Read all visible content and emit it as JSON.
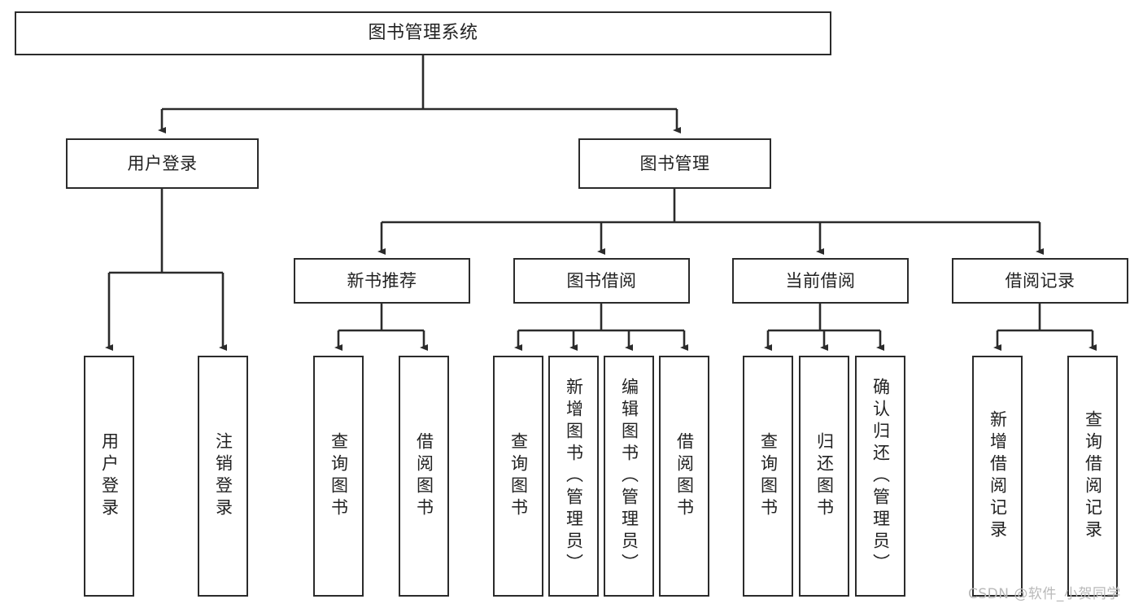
{
  "diagram": {
    "type": "hierarchy-tree",
    "title": "图书管理系统",
    "watermark": "CSDN @软件_小贺同学",
    "colors": {
      "border": "#2b2b2b",
      "text": "#222222",
      "background": "#ffffff",
      "watermark": "#b9b9b9"
    },
    "nodes": {
      "root": {
        "label": "图书管理系统"
      },
      "level2": [
        {
          "id": "user-login",
          "label": "用户登录"
        },
        {
          "id": "book-manage",
          "label": "图书管理"
        }
      ],
      "level3": [
        {
          "id": "new-book-rec",
          "label": "新书推荐",
          "parent": "book-manage"
        },
        {
          "id": "book-borrow",
          "label": "图书借阅",
          "parent": "book-manage"
        },
        {
          "id": "current-borrow",
          "label": "当前借阅",
          "parent": "book-manage"
        },
        {
          "id": "borrow-record",
          "label": "借阅记录",
          "parent": "book-manage"
        }
      ],
      "leaves": {
        "user-login": [
          {
            "id": "leaf-user-login",
            "label": "用户登录"
          },
          {
            "id": "leaf-logout",
            "label": "注销登录"
          }
        ],
        "new-book-rec": [
          {
            "id": "leaf-query-book-1",
            "label": "查询图书"
          },
          {
            "id": "leaf-borrow-book-1",
            "label": "借阅图书"
          }
        ],
        "book-borrow": [
          {
            "id": "leaf-query-book-2",
            "label": "查询图书"
          },
          {
            "id": "leaf-add-book",
            "label": "新增图书（管理员）"
          },
          {
            "id": "leaf-edit-book",
            "label": "编辑图书（管理员）"
          },
          {
            "id": "leaf-borrow-book-2",
            "label": "借阅图书"
          }
        ],
        "current-borrow": [
          {
            "id": "leaf-query-book-3",
            "label": "查询图书"
          },
          {
            "id": "leaf-return-book",
            "label": "归还图书"
          },
          {
            "id": "leaf-confirm-return",
            "label": "确认归还（管理员）"
          }
        ],
        "borrow-record": [
          {
            "id": "leaf-add-record",
            "label": "新增借阅记录"
          },
          {
            "id": "leaf-query-record",
            "label": "查询借阅记录"
          }
        ]
      }
    }
  }
}
